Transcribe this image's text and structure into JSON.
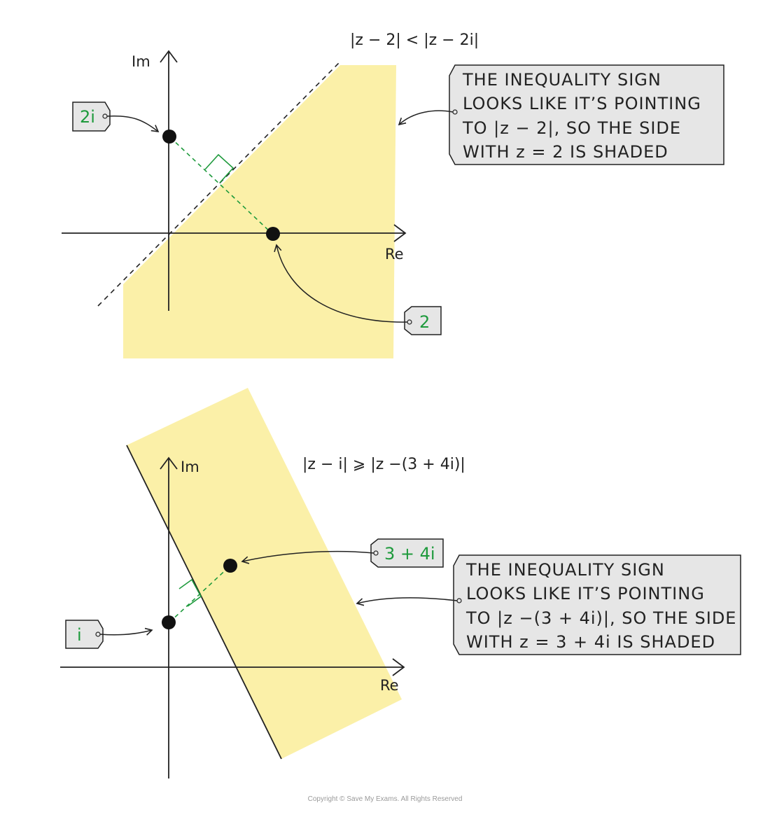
{
  "top": {
    "inequality": "|z − 2| < |z − 2i|",
    "axis_im": "Im",
    "axis_re": "Re",
    "tag_2i": "2i",
    "tag_2": "2",
    "note_lines": [
      "THE INEQUALITY SIGN",
      "LOOKS LIKE IT’S POINTING",
      "TO |z − 2|, SO THE SIDE",
      "WITH z = 2 IS SHADED"
    ]
  },
  "bottom": {
    "inequality": "|z − i| ⩾ |z −(3 + 4i)|",
    "axis_im": "Im",
    "axis_re": "Re",
    "tag_34i": "3 + 4i",
    "tag_i": "i",
    "note_lines": [
      "THE INEQUALITY SIGN",
      "LOOKS LIKE IT’S POINTING",
      "TO |z −(3 + 4i)|, SO THE SIDE",
      "WITH z = 3 + 4i IS SHADED"
    ]
  },
  "copyright": "Copyright © Save My Exams. All Rights Reserved",
  "colors": {
    "shade": "#fbf0a8",
    "accent_green": "#1e9a3c",
    "tag_fill": "#e6e6e6",
    "ink": "#222222"
  }
}
